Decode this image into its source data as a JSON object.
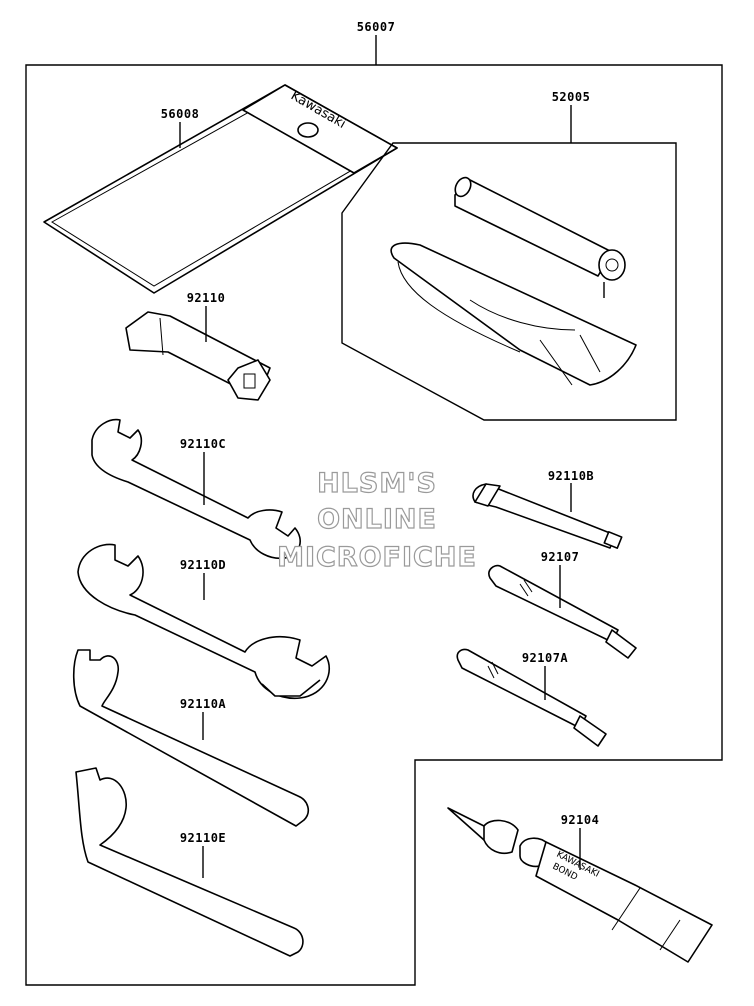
{
  "labels": {
    "p56007": "56007",
    "p56008": "56008",
    "p52005": "52005",
    "p92110": "92110",
    "p92110C": "92110C",
    "p92110D": "92110D",
    "p92110A": "92110A",
    "p92110E": "92110E",
    "p92110B": "92110B",
    "p92107": "92107",
    "p92107A": "92107A",
    "p92104": "92104"
  },
  "branding": {
    "pouch_text": "Kawasaki",
    "tube_line1": "KAWASAKI",
    "tube_line2": "BOND"
  },
  "watermark": {
    "line1": "HLSM'S",
    "line2": "ONLINE",
    "line3": "MICROFICHE"
  }
}
